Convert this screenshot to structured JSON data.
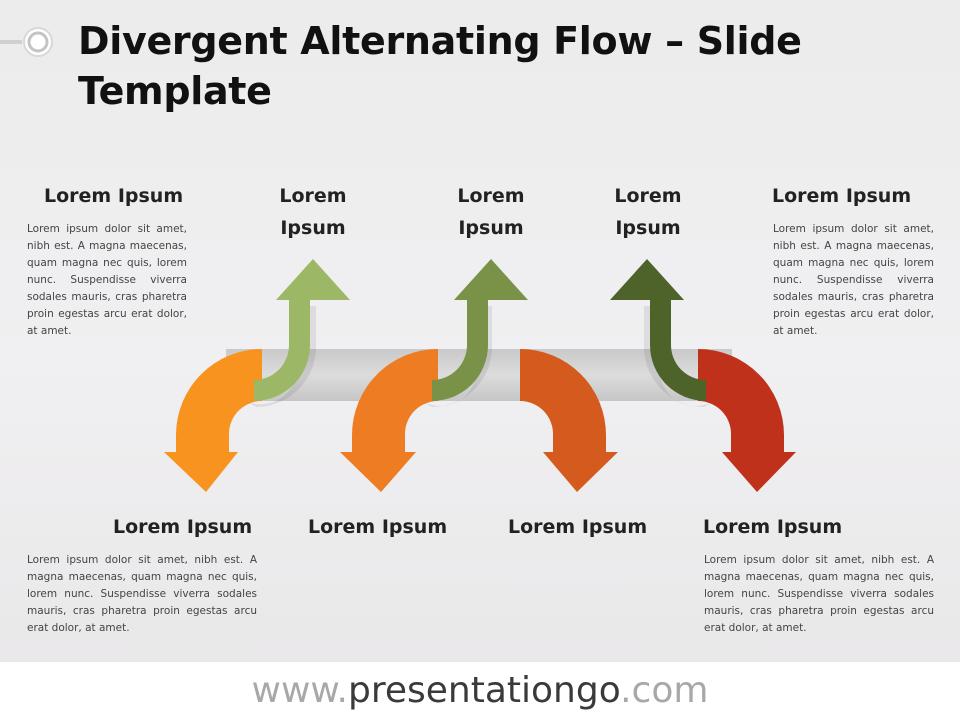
{
  "title": "Divergent Alternating Flow – Slide Template",
  "colors": {
    "orange": "#F7931E",
    "orange2": "#ED7C22",
    "dark_orange": "#D55A1E",
    "red": "#C0311C",
    "light_green": "#9CB866",
    "olive": "#7A9148",
    "dark_green": "#4E6329",
    "band": "#CFCFCF"
  },
  "top_items": [
    {
      "label": "Lorem Ipsum"
    },
    {
      "label": "Lorem Ipsum"
    },
    {
      "label": "Lorem Ipsum"
    }
  ],
  "bottom_items": [
    {
      "label": "Lorem Ipsum"
    },
    {
      "label": "Lorem Ipsum"
    },
    {
      "label": "Lorem Ipsum"
    },
    {
      "label": "Lorem Ipsum"
    }
  ],
  "side_items": {
    "top_left": {
      "label": "Lorem Ipsum",
      "text": "Lorem ipsum dolor sit amet, nibh est. A magna maecenas, quam magna nec quis, lorem nunc. Suspendisse viverra sodales mauris, cras pharetra proin egestas arcu erat dolor, at amet."
    },
    "top_right": {
      "label": "Lorem Ipsum",
      "text": "Lorem ipsum dolor sit amet, nibh est. A magna maecenas, quam magna nec quis, lorem nunc. Suspendisse viverra sodales mauris, cras pharetra proin egestas arcu erat dolor, at amet."
    },
    "bottom_left": {
      "text": "Lorem ipsum dolor sit amet, nibh est. A magna maecenas, quam magna nec quis, lorem nunc. Suspendisse viverra sodales mauris, cras pharetra proin egestas arcu erat dolor, at amet."
    },
    "bottom_right": {
      "text": "Lorem ipsum dolor sit amet, nibh est. A magna maecenas, quam magna nec quis, lorem nunc. Suspendisse viverra sodales mauris, cras pharetra proin egestas arcu erat dolor, at amet."
    }
  },
  "footer": {
    "prefix": "www.",
    "brand": "presentationgo",
    "suffix": ".com"
  }
}
